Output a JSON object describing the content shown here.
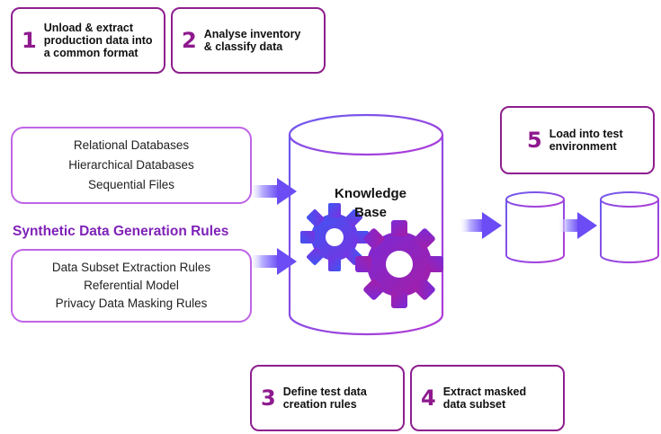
{
  "steps": [
    {
      "number": "1",
      "text": "Unload  & extract\nproduction data into\na common format"
    },
    {
      "number": "2",
      "text": "Analyse inventory\n& classify data"
    },
    {
      "number": "3",
      "text": "Define test data\ncreation rules"
    },
    {
      "number": "4",
      "text": "Extract masked\ndata subset"
    },
    {
      "number": "5",
      "text": "Load into test\nenvironment"
    }
  ],
  "sources": {
    "items": [
      "Relational Databases",
      "Hierarchical Databases",
      "Sequential Files"
    ]
  },
  "synthetic": {
    "heading": "Synthetic Data Generation Rules",
    "items": [
      "Data Subset Extraction Rules",
      "Referential Model",
      "Privacy Data Masking Rules"
    ]
  },
  "knowledge_base": {
    "line1": "Knowledge",
    "line2": "Base"
  },
  "colors": {
    "accent_purple": "#8e1a8e",
    "violet": "#7f22b8",
    "light_purple_border": "#c064e6",
    "gear_blue": "#5a3ff0",
    "gear_magenta": "#9a1fb0"
  }
}
